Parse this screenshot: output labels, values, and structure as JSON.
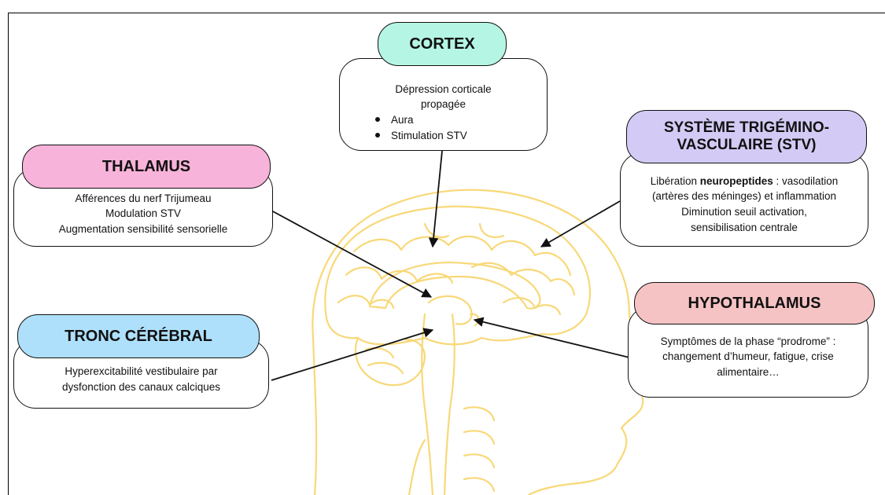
{
  "colors": {
    "cortex": "#b5f5e3",
    "thalamus": "#f7b3d9",
    "stv": "#d3cbf5",
    "tronc": "#aee0fb",
    "hypothalamus": "#f6c3c4",
    "brain_outline": "#f8d878"
  },
  "boxes": {
    "cortex": {
      "title": "CORTEX",
      "lines": [
        "Dépression corticale",
        "propagée"
      ],
      "bullets": [
        "Aura",
        "Stimulation STV"
      ]
    },
    "stv": {
      "title_line1": "SYSTÈME TRIGÉMINO-",
      "title_line2": "VASCULAIRE (STV)",
      "line1_prefix": "Libération ",
      "line1_bold": "neuropeptides",
      "line1_suffix": " : vasodilation",
      "lines": [
        "(artères des méninges) et inflammation",
        "Diminution seuil activation,",
        "sensibilisation centrale"
      ]
    },
    "thalamus": {
      "title": "THALAMUS",
      "lines": [
        "Afférences du nerf Trijumeau",
        "Modulation STV",
        "Augmentation sensibilité sensorielle"
      ]
    },
    "tronc": {
      "title": "TRONC CÉRÉBRAL",
      "lines": [
        "Hyperexcitabilité vestibulaire par",
        "dysfonction des canaux calciques"
      ]
    },
    "hypothalamus": {
      "title": "HYPOTHALAMUS",
      "lines": [
        "Symptômes de la phase “prodrome” :",
        "changement d’humeur, fatigue, crise",
        "alimentaire…"
      ]
    }
  }
}
